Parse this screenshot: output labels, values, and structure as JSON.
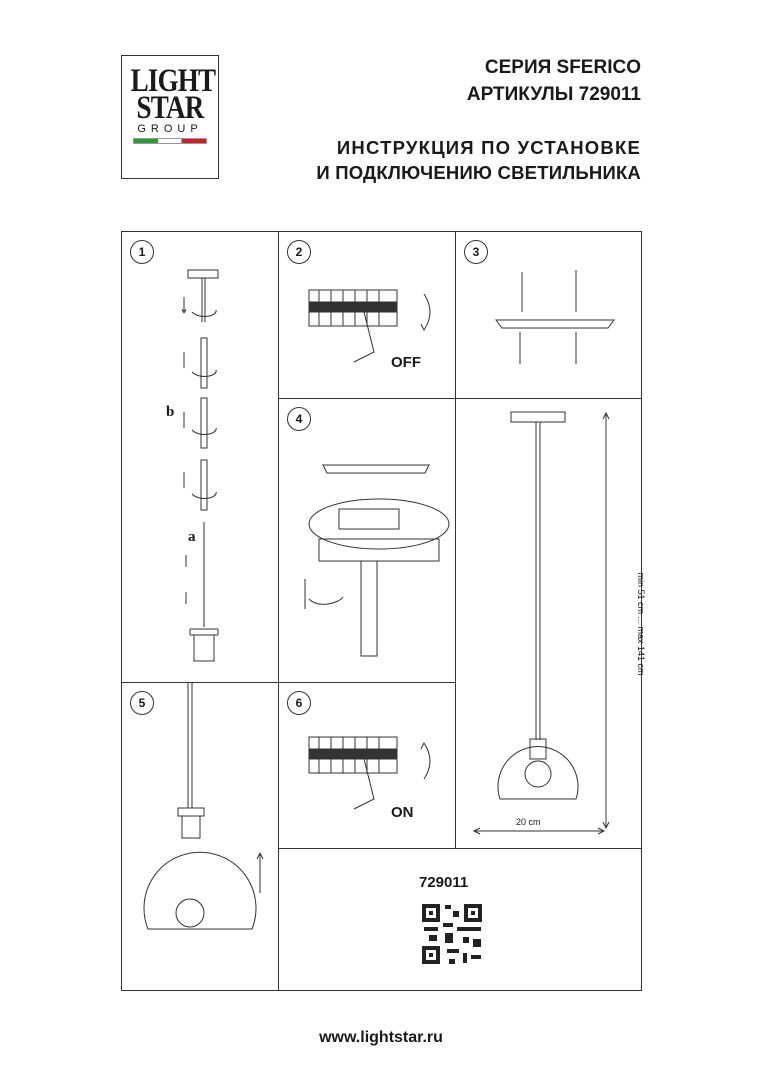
{
  "logo": {
    "line1": "LIGHT",
    "line2": "STAR",
    "line3": "GROUP"
  },
  "header": {
    "series": "СЕРИЯ SFERICO",
    "articles": "АРТИКУЛЫ 729011",
    "title_line1": "ИНСТРУКЦИЯ ПО УСТАНОВКЕ",
    "title_line2": "И ПОДКЛЮЧЕНИЮ СВЕТИЛЬНИКА"
  },
  "steps": {
    "s1": "1",
    "s2": "2",
    "s3": "3",
    "s4": "4",
    "s5": "5",
    "s6": "6"
  },
  "labels": {
    "a": "a",
    "b": "b",
    "off": "OFF",
    "on": "ON"
  },
  "dimensions": {
    "height": "min 51 cm ... max 141 cm",
    "width": "20 cm"
  },
  "article": "729011",
  "footer": {
    "url": "www.lightstar.ru"
  }
}
